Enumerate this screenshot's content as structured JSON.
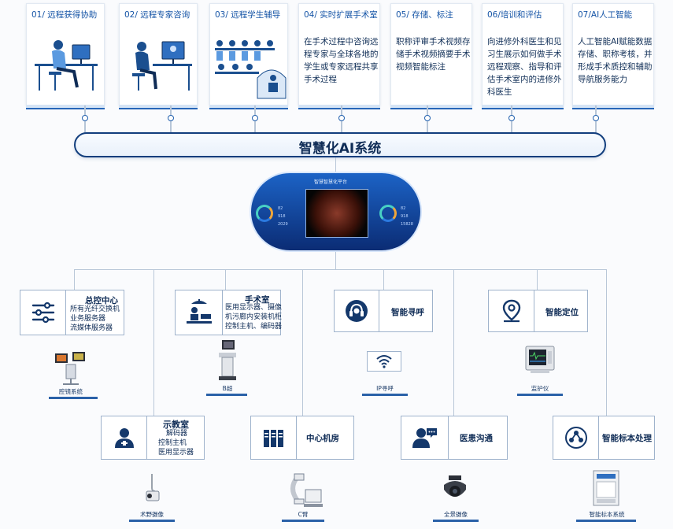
{
  "top_cards": [
    {
      "title": "01/ 远程获得协助",
      "body": "",
      "illustration": "person-at-desk"
    },
    {
      "title": "02/ 远程专家咨询",
      "body": "",
      "illustration": "person-at-monitor"
    },
    {
      "title": "03/ 远程学生辅导",
      "body": "",
      "illustration": "classroom"
    },
    {
      "title": "04/ 实时扩展手术室",
      "body": "在手术过程中咨询远程专家与全球各地的学生或专家远程共享手术过程",
      "illustration": ""
    },
    {
      "title": "05/ 存储、标注",
      "body": "职称评审手术视频存储手术视频摘要手术视频智能标注",
      "illustration": ""
    },
    {
      "title": "06/培训和评估",
      "body": "向进修外科医生和见习生展示如何做手术远程观察、指导和评估手术室内的进修外科医生",
      "illustration": ""
    },
    {
      "title": "07/AI人工智能",
      "body": "人工智能AI赋能数据存储、职称考核，并形成手术质控和辅助导航服务能力",
      "illustration": ""
    }
  ],
  "ai_system_title": "智慧化AI系统",
  "platform": {
    "title": "智慧智慧化平台",
    "stats_left": [
      "82",
      "918",
      "2029"
    ],
    "stats_right": [
      "82",
      "918",
      "15828"
    ]
  },
  "modules_row1": [
    {
      "name": "总控中心",
      "lines": [
        "所有光纤交换机",
        "业务服务器",
        "流媒体服务器"
      ],
      "icon": "sliders-icon",
      "device": "腔镜系统"
    },
    {
      "name": "手术室",
      "lines": [
        "医用显示器、摄像",
        "机污廊内安装机柜",
        "控制主机、编码器"
      ],
      "icon": "surgery-icon",
      "device": "B超"
    },
    {
      "name": "智能寻呼",
      "lines": [],
      "icon": "headset-icon",
      "device": "IP寻呼"
    },
    {
      "name": "智能定位",
      "lines": [],
      "icon": "location-icon",
      "device": "监护仪"
    }
  ],
  "modules_row2": [
    {
      "name": "示教室",
      "lines": [
        "解码器",
        "控制主机",
        "医用显示器"
      ],
      "icon": "doctor-icon",
      "device": "术野摄像"
    },
    {
      "name": "中心机房",
      "lines": [],
      "icon": "server-icon",
      "device": "C臂"
    },
    {
      "name": "医患沟通",
      "lines": [],
      "icon": "chat-icon",
      "device": "全景摄像"
    },
    {
      "name": "智能标本处理",
      "lines": [],
      "icon": "share-icon",
      "device": "智能标本系统"
    }
  ],
  "colors": {
    "primary": "#1554a6",
    "dark": "#0f2c56",
    "line": "#b9c7d8"
  }
}
